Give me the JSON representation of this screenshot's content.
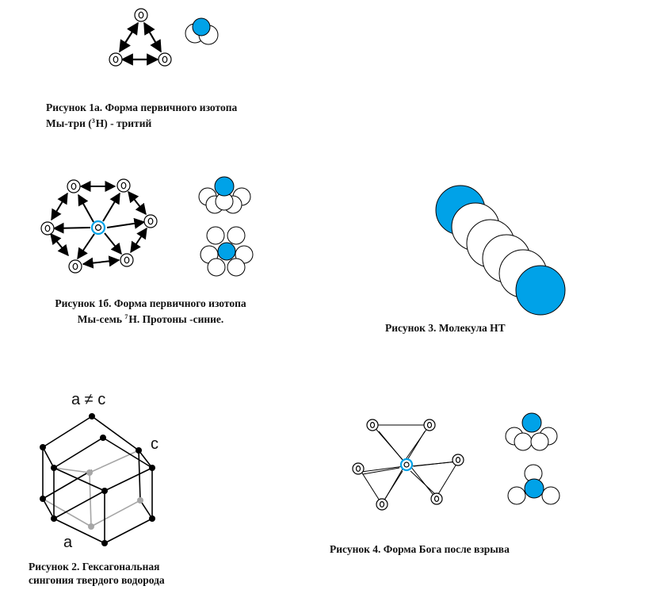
{
  "colors": {
    "proton": "#00a2e8",
    "outline": "#000000",
    "lattice_front": "#000000",
    "lattice_back": "#a6a6a6"
  },
  "fig1a": {
    "caption_line1": "Рисунок 1а. Форма первичного изотопа",
    "caption_line2_pre": "Мы-три (",
    "caption_line2_sup": "3",
    "caption_line2_post": "H) - тритий"
  },
  "fig1b": {
    "caption_line1": "Рисунок 1б. Форма первичного изотопа",
    "caption_line2_pre": "Мы-семь ",
    "caption_line2_sup": "7",
    "caption_line2_post": "H. Протоны -синие."
  },
  "fig2": {
    "label_top": "a ≠ c",
    "label_c": "c",
    "label_a": "a",
    "caption_line1": "Рисунок 2. Гексагональная",
    "caption_line2": "сингония твердого водорода"
  },
  "fig3": {
    "caption": "Рисунок 3. Молекула HT"
  },
  "fig4": {
    "caption": "Рисунок 4. Форма Бога после взрыва"
  }
}
